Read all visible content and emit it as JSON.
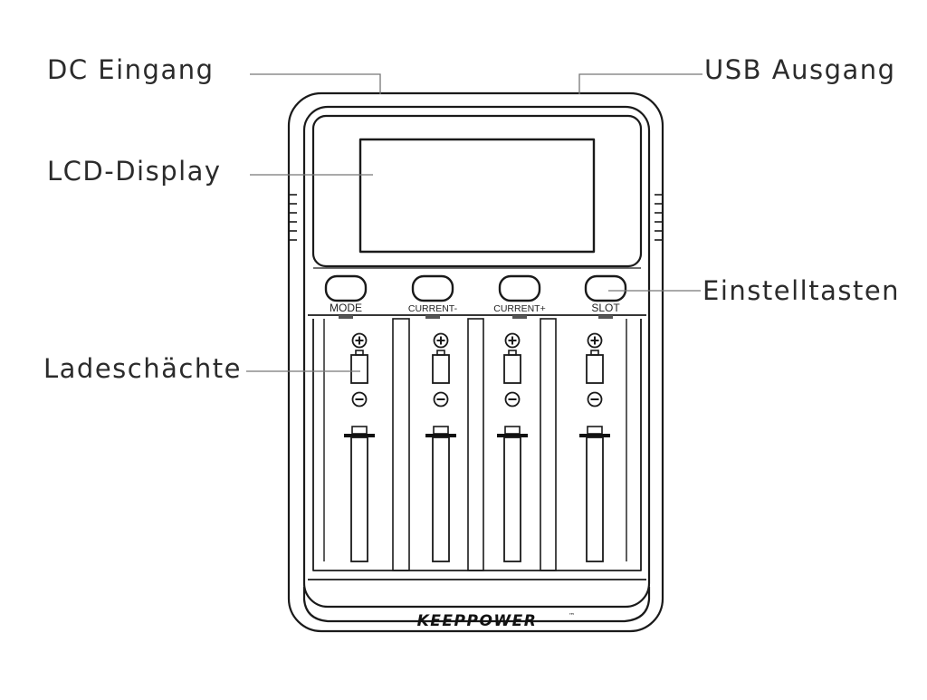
{
  "callouts": {
    "dc_input": "DC Eingang",
    "usb_output": "USB Ausgang",
    "lcd_display": "LCD-Display",
    "adjust_keys": "Einstelltasten",
    "charging_slots": "Ladeschächte"
  },
  "buttons": [
    "MODE",
    "CURRENT-",
    "CURRENT+",
    "SLOT"
  ],
  "brand": "KEEPPOWER",
  "trademark": "™",
  "slot_count": 4,
  "colors": {
    "line": "#1a1a1a",
    "leader": "#777777",
    "text": "#2b2b2b"
  }
}
